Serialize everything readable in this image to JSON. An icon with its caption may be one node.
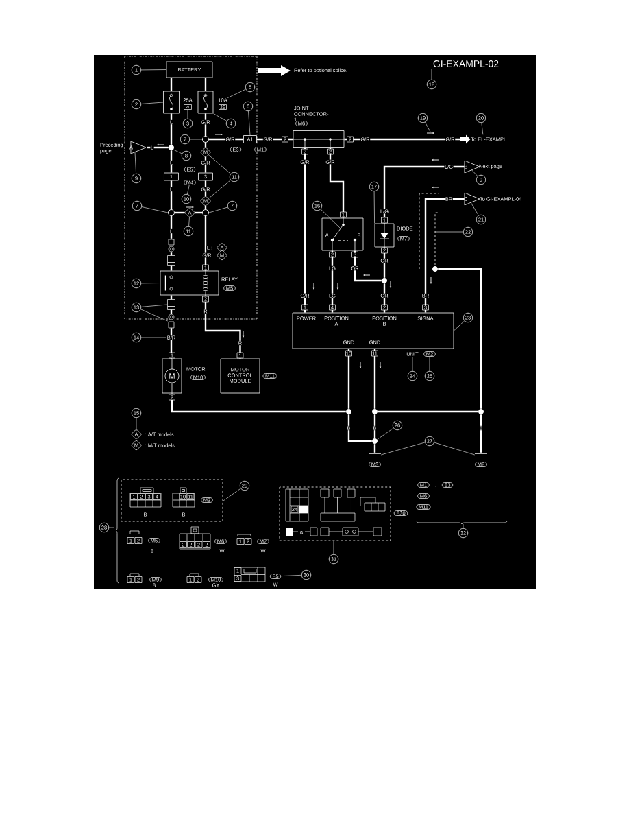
{
  "diagram": {
    "title": "GI-EXAMPL-02",
    "nodes": [
      {
        "text": [
          "BATTERY"
        ]
      },
      {
        "text": [],
        "shape": "fuse"
      },
      {
        "text": [],
        "shape": "fuse"
      },
      {
        "text": [],
        "shape": "circle"
      },
      {
        "text": [],
        "shape": "circle"
      },
      {
        "text": [
          "A1"
        ]
      },
      {
        "text": [
          "JOINT CONNECTOR-1",
          "M6"
        ]
      },
      {
        "text": [
          "To EL-EXAMPL"
        ]
      },
      {
        "text": [
          "A"
        ],
        "beside": [
          "Preceding page"
        ]
      },
      {
        "text": [
          "1"
        ]
      },
      {
        "text": [
          "3"
        ]
      },
      {
        "text": [],
        "shape": "circle"
      },
      {
        "text": [],
        "shape": "circle"
      },
      {
        "text": [],
        "shape": "relay",
        "beside": [
          "RELAY",
          "M5"
        ]
      },
      {
        "text": [
          "M",
          "MOTOR",
          "M10"
        ]
      },
      {
        "text": [
          "MOTOR CONTROL MODULE"
        ],
        "beside": [
          "M11"
        ]
      },
      {
        "text": [
          "A",
          "B"
        ]
      },
      {
        "text": [],
        "shape": "diode",
        "beside": [
          "DIODE",
          "M7"
        ]
      },
      {
        "text": [
          "B"
        ],
        "beside": [
          "Next page"
        ]
      },
      {
        "text": [
          "C"
        ],
        "beside": [
          "To GI-EXAMPL-04"
        ]
      },
      {
        "text": [],
        "shape": "circle"
      },
      {
        "text": [],
        "shape": "circle"
      },
      {
        "text": [
          "POWER",
          "POSITION A",
          "POSITION B",
          "SIGNAL",
          "GND",
          "GND"
        ],
        "beside": [
          "UNIT",
          "M2"
        ]
      },
      {
        "text": [],
        "shape": "circle"
      },
      {
        "text": [],
        "shape": "circle"
      },
      {
        "text": [],
        "shape": "circle"
      },
      {
        "text": [],
        "shape": "circle"
      },
      {
        "text": [
          "M3"
        ]
      },
      {
        "text": [
          "M8"
        ]
      },
      {
        "text": [
          "1"
        ]
      },
      {
        "text": [
          "2"
        ]
      },
      {
        "text": [
          "3"
        ]
      },
      {
        "text": [
          "4"
        ]
      },
      {
        "text": [
          "5"
        ]
      },
      {
        "text": [
          "6"
        ]
      },
      {
        "text": [
          "7"
        ]
      },
      {
        "text": [
          "8"
        ]
      },
      {
        "text": [
          "9"
        ]
      },
      {
        "text": [
          "10"
        ]
      },
      {
        "text": [
          "11"
        ]
      },
      {
        "text": [
          "7"
        ]
      },
      {
        "text": [
          "7"
        ]
      },
      {
        "text": [
          "11"
        ]
      },
      {
        "text": [
          "12"
        ]
      },
      {
        "text": [
          "13"
        ]
      },
      {
        "text": [
          "14"
        ]
      },
      {
        "text": [
          "15"
        ]
      },
      {
        "text": [
          "16"
        ]
      },
      {
        "text": [
          "17"
        ]
      },
      {
        "text": [
          "18"
        ]
      },
      {
        "text": [
          "19"
        ]
      },
      {
        "text": [
          "20"
        ]
      },
      {
        "text": [
          "9"
        ]
      },
      {
        "text": [
          "21"
        ]
      },
      {
        "text": [
          "22"
        ]
      },
      {
        "text": [
          "23"
        ]
      },
      {
        "text": [
          "24"
        ]
      },
      {
        "text": [
          "25"
        ]
      },
      {
        "text": [
          "26"
        ]
      },
      {
        "text": [
          "27"
        ]
      },
      {
        "text": [
          "28"
        ]
      },
      {
        "text": [
          "29"
        ]
      },
      {
        "text": [
          "30"
        ]
      },
      {
        "text": [
          "31"
        ]
      },
      {
        "text": [
          "32"
        ]
      },
      {
        "text": [
          "a"
        ]
      },
      {
        "text": [
          "10A"
        ]
      },
      {
        "text": [
          "M"
        ]
      },
      {
        "text": [
          "M4"
        ]
      },
      {
        "text": [
          "M"
        ]
      },
      {
        "text": [
          "B/R"
        ]
      },
      {
        "text": [
          "A"
        ]
      },
      {
        "text": [
          "E5"
        ],
        "beside": [
          "W"
        ]
      },
      {
        "text": [
          "A"
        ]
      },
      {
        "text": [
          "A"
        ]
      },
      {
        "text": [
          "M"
        ]
      },
      {
        "text": [
          "M"
        ]
      },
      {
        "text": [],
        "shape": "connector"
      },
      {
        "text": [],
        "shape": "connector"
      },
      {
        "text": [],
        "shape": "connector"
      },
      {
        "text": [],
        "shape": "connector"
      }
    ],
    "edges": [
      {
        "from": 0,
        "to": 1,
        "arrow": "none"
      },
      {
        "from": 0,
        "to": 2,
        "arrow": "none"
      },
      {
        "from": 1,
        "to": 4,
        "arrow": "none"
      },
      {
        "from": 2,
        "to": 3,
        "arrow": "none"
      },
      {
        "from": 3,
        "to": 5,
        "arrow": "none"
      },
      {
        "from": 5,
        "to": 6,
        "arrow": "none"
      },
      {
        "from": 4,
        "to": 8,
        "arrow": "none"
      },
      {
        "from": 4,
        "to": 9,
        "arrow": "none"
      },
      {
        "from": 3,
        "to": 67,
        "arrow": "none"
      },
      {
        "from": 9,
        "to": 11,
        "arrow": "none"
      },
      {
        "from": 10,
        "to": 69,
        "arrow": "none"
      },
      {
        "from": 11,
        "to": 73,
        "arrow": "none"
      },
      {
        "from": 11,
        "to": 77,
        "arrow": "none"
      },
      {
        "from": 12,
        "to": 13,
        "arrow": "none"
      },
      {
        "from": 13,
        "to": 79,
        "arrow": "none"
      },
      {
        "from": 13,
        "to": 15,
        "arrow": "none"
      },
      {
        "from": 14,
        "to": 23,
        "arrow": "none"
      },
      {
        "from": 6,
        "to": 7,
        "arrow": "none"
      },
      {
        "from": 6,
        "to": 22,
        "arrow": "none"
      },
      {
        "from": 6,
        "to": 16,
        "arrow": "none"
      },
      {
        "from": 16,
        "to": 22,
        "arrow": "none"
      },
      {
        "from": 16,
        "to": 20,
        "arrow": "none"
      },
      {
        "from": 17,
        "to": 20,
        "arrow": "none"
      },
      {
        "from": 20,
        "to": 22,
        "arrow": "none"
      },
      {
        "from": 18,
        "to": 17,
        "arrow": "none"
      },
      {
        "from": 22,
        "to": 19,
        "arrow": "none"
      },
      {
        "from": 21,
        "to": 25,
        "arrow": "none"
      },
      {
        "from": 22,
        "to": 23,
        "arrow": "none"
      },
      {
        "from": 22,
        "to": 24,
        "arrow": "none"
      },
      {
        "from": 24,
        "to": 25,
        "arrow": "none"
      },
      {
        "from": 23,
        "to": 26,
        "arrow": "none"
      },
      {
        "from": 24,
        "to": 26,
        "arrow": "none"
      },
      {
        "from": 26,
        "to": 27,
        "arrow": "none"
      },
      {
        "from": 25,
        "to": 28,
        "arrow": "none"
      },
      {
        "from": 29,
        "to": 0,
        "arrow": "none"
      },
      {
        "from": 30,
        "to": 1,
        "arrow": "none"
      },
      {
        "from": 31,
        "to": 65,
        "arrow": "none"
      },
      {
        "from": 32,
        "to": 2,
        "arrow": "none"
      },
      {
        "from": 33,
        "to": 66,
        "arrow": "none"
      },
      {
        "from": 34,
        "to": 5,
        "arrow": "none"
      },
      {
        "from": 35,
        "to": 3,
        "arrow": "none"
      },
      {
        "from": 36,
        "to": 4,
        "arrow": "none"
      },
      {
        "from": 37,
        "to": 8,
        "arrow": "none"
      },
      {
        "from": 38,
        "to": 68,
        "arrow": "none"
      },
      {
        "from": 39,
        "to": 67,
        "arrow": "none"
      },
      {
        "from": 39,
        "to": 69,
        "arrow": "none"
      },
      {
        "from": 40,
        "to": 11,
        "arrow": "none"
      },
      {
        "from": 41,
        "to": 12,
        "arrow": "none"
      },
      {
        "from": 42,
        "to": 73,
        "arrow": "none"
      },
      {
        "from": 43,
        "to": 13,
        "arrow": "none"
      },
      {
        "from": 44,
        "to": 79,
        "arrow": "none"
      },
      {
        "from": 44,
        "to": 80,
        "arrow": "none"
      },
      {
        "from": 45,
        "to": 70,
        "arrow": "none"
      },
      {
        "from": 46,
        "to": 71,
        "arrow": "none"
      },
      {
        "from": 47,
        "to": 16,
        "arrow": "none"
      },
      {
        "from": 48,
        "to": 17,
        "arrow": "none"
      },
      {
        "from": 49,
        "to": null,
        "arrow": "none"
      },
      {
        "from": 50,
        "to": null,
        "arrow": "none"
      },
      {
        "from": 51,
        "to": 7,
        "arrow": "none"
      },
      {
        "from": 52,
        "to": 18,
        "arrow": "none"
      },
      {
        "from": 53,
        "to": 19,
        "arrow": "none"
      },
      {
        "from": 54,
        "to": 21,
        "arrow": "none"
      },
      {
        "from": 55,
        "to": 22,
        "arrow": "none"
      },
      {
        "from": 56,
        "to": 22,
        "arrow": "none"
      },
      {
        "from": 57,
        "to": 22,
        "arrow": "none"
      },
      {
        "from": 58,
        "to": 26,
        "arrow": "none"
      },
      {
        "from": 59,
        "to": 27,
        "arrow": "none"
      },
      {
        "from": 59,
        "to": 28,
        "arrow": "none"
      },
      {
        "from": 60,
        "to": null,
        "arrow": "none"
      },
      {
        "from": 61,
        "to": null,
        "arrow": "none"
      },
      {
        "from": 62,
        "to": 72,
        "arrow": "none"
      },
      {
        "from": 63,
        "to": null,
        "arrow": "none"
      },
      {
        "from": 64,
        "to": null,
        "arrow": "none"
      },
      {
        "from": 73,
        "to": 12,
        "arrow": "none"
      },
      {
        "from": 67,
        "to": 10,
        "arrow": "none"
      },
      {
        "from": 69,
        "to": 12,
        "arrow": "none"
      },
      {
        "from": 70,
        "to": 14,
        "arrow": "none"
      },
      {
        "from": 77,
        "to": 78,
        "arrow": "none"
      },
      {
        "from": 78,
        "to": 13,
        "arrow": "none"
      },
      {
        "from": 79,
        "to": 80,
        "arrow": "none"
      },
      {
        "from": 80,
        "to": 70,
        "arrow": "none"
      }
    ],
    "labels": [
      "Refer to optional splice.",
      "25A",
      "29",
      "L",
      "G/R",
      "G/R",
      "E3",
      "M1",
      "G/R",
      "2",
      "2",
      "2",
      "2",
      "G/R",
      "G/R",
      "G/R",
      "G/R",
      "L",
      "L",
      "G/R",
      "E5",
      "L",
      "G/R",
      "L",
      "L :",
      "G/R:",
      "1",
      "2",
      "R",
      "R",
      "1",
      "2",
      "1",
      "1",
      "L/G",
      "1",
      "L/G",
      "BR",
      "2",
      "3",
      "2",
      "LG",
      "OR",
      "OR",
      "G/R",
      "LG",
      "OR",
      "BR",
      "1",
      "4",
      "2",
      "3",
      "10",
      "11",
      "B",
      "B",
      "B",
      ": A/T models",
      ": M/T models",
      "1",
      "2",
      "3",
      "4",
      "B",
      "10",
      "11",
      "B",
      "M2",
      "1",
      "2",
      "M5",
      "B",
      "2",
      "2",
      "2",
      "2",
      "M6",
      "W",
      "1",
      "2",
      "M7",
      "W",
      "1",
      "2",
      "M9",
      "B",
      "1",
      "2",
      "M10",
      "GY",
      "1",
      "3",
      "24",
      "a",
      "E30",
      "M1",
      ",",
      "E3",
      "M6",
      "M11"
    ]
  }
}
